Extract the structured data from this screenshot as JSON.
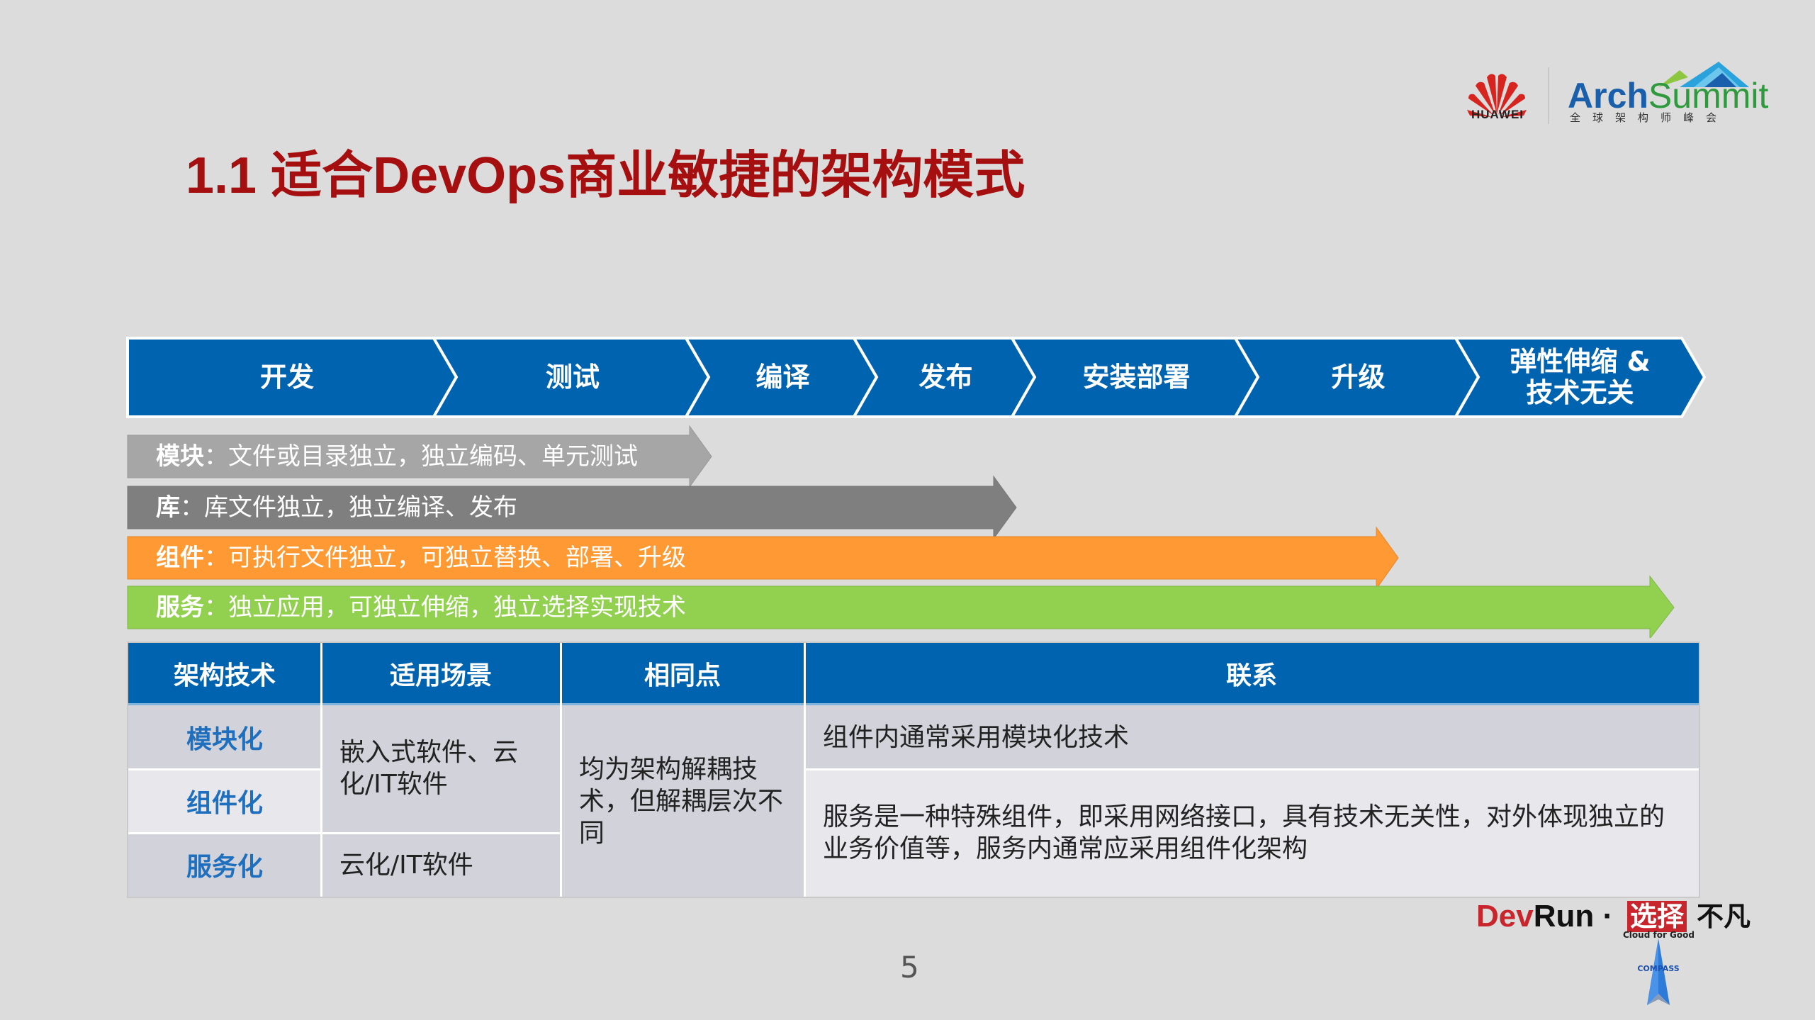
{
  "header": {
    "title": "1.1 适合DevOps商业敏捷的架构模式",
    "logos": {
      "huawei": "HUAWEI",
      "arch_part1": "Arch",
      "arch_part2": "Summit",
      "arch_subtitle": "全球架构师峰会"
    }
  },
  "pipeline": {
    "stages": [
      {
        "label": "开发"
      },
      {
        "label": "测试"
      },
      {
        "label": "编译"
      },
      {
        "label": "发布"
      },
      {
        "label": "安装部署"
      },
      {
        "label": "升级"
      },
      {
        "label_line1": "弹性伸缩 &",
        "label_line2": "技术无关"
      }
    ],
    "color": "#0063b0"
  },
  "scope_bars": [
    {
      "term": "模块",
      "sep": "：",
      "desc": "文件或目录独立，独立编码、单元测试",
      "color": "#a6a6a6"
    },
    {
      "term": "库",
      "sep": "：",
      "desc": "库文件独立，独立编译、发布",
      "color": "#7f7f7f"
    },
    {
      "term": "组件",
      "sep": "：",
      "desc": "可执行文件独立，可独立替换、部署、升级",
      "color": "#ff9933"
    },
    {
      "term": "服务",
      "sep": "：",
      "desc": "独立应用，可独立伸缩，独立选择实现技术",
      "color": "#92d050"
    }
  ],
  "table": {
    "headers": [
      "架构技术",
      "适用场景",
      "相同点",
      "联系"
    ],
    "tech": [
      "模块化",
      "组件化",
      "服务化"
    ],
    "scenario_1": "嵌入式软件、云化/IT软件",
    "scenario_2": "云化/IT软件",
    "common": "均为架构解耦技术，但解耦层次不同",
    "relation_1": "组件内通常采用模块化技术",
    "relation_2": "服务是一种特殊组件，即采用网络接口，具有技术无关性，对外体现独立的业务价值等，服务内通常应采用组件化架构"
  },
  "footer": {
    "page_number": "5",
    "devrun_1": "Dev",
    "devrun_2": "Run",
    "devrun_dot": "·",
    "slogan_highlight": "选择",
    "slogan_rest": "不凡",
    "tagline": "Cloud for Good",
    "compass": "COMPASS"
  }
}
